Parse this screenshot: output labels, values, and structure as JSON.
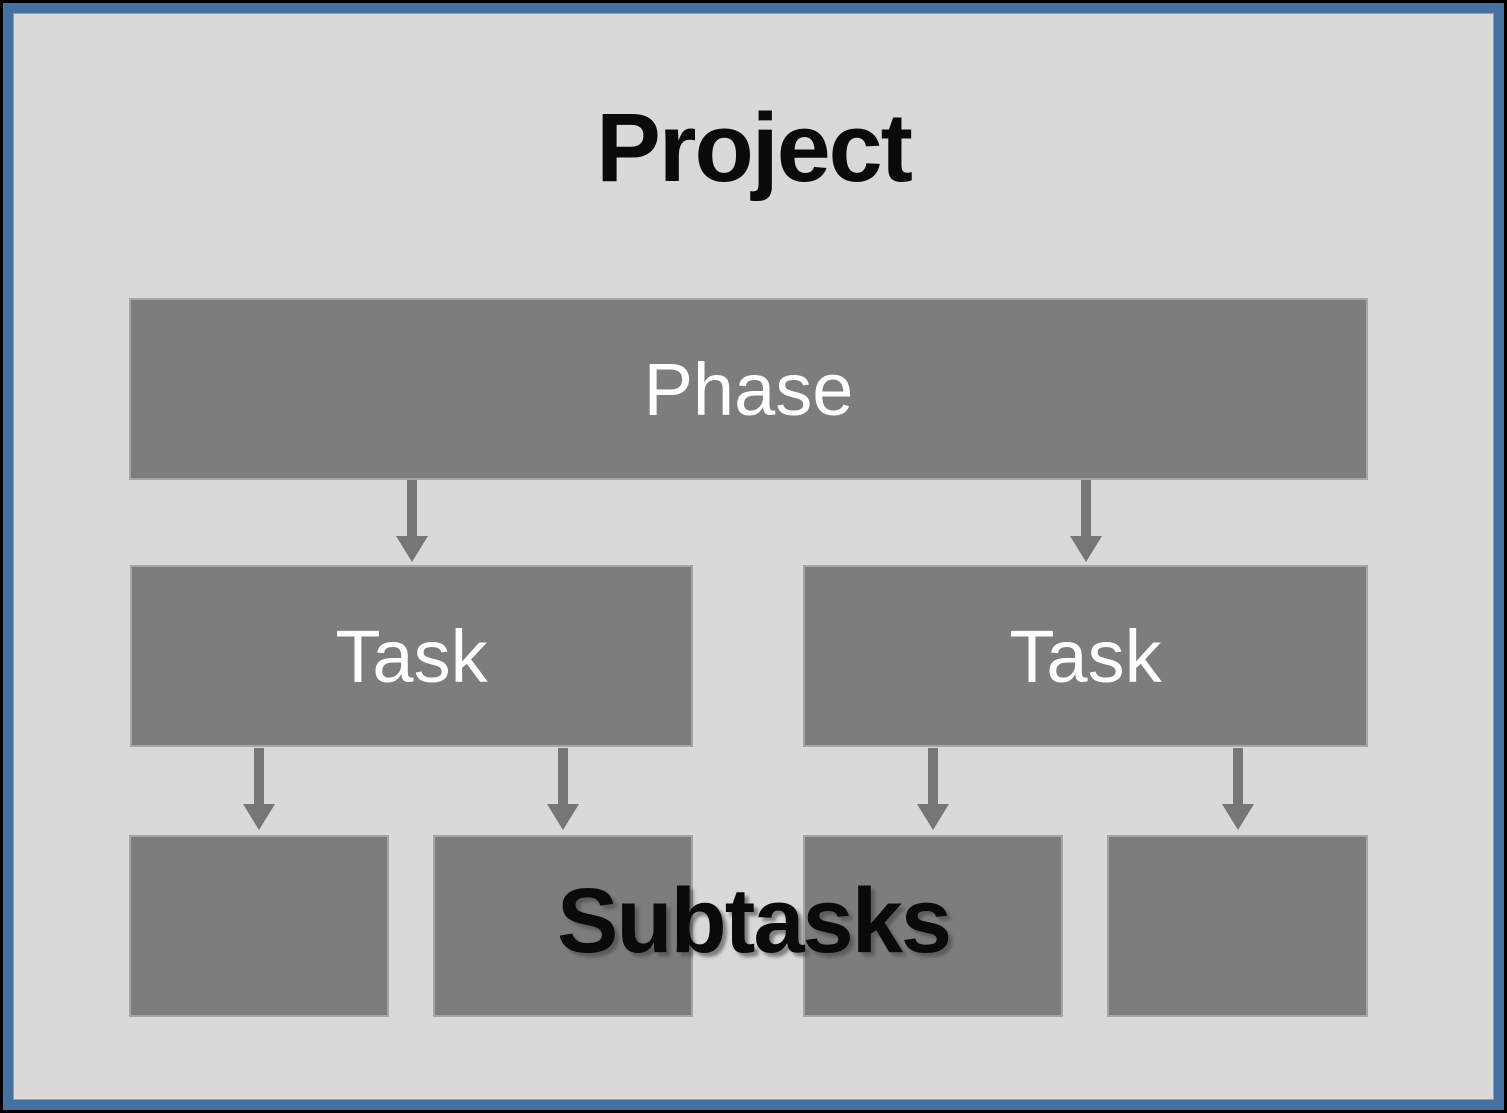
{
  "slide": {
    "title": "Project",
    "subtasks_label": "Subtasks",
    "phase": {
      "label": "Phase"
    },
    "tasks": [
      {
        "label": "Task"
      },
      {
        "label": "Task"
      }
    ],
    "subtask_boxes": 4,
    "arrows": [
      {
        "from": "phase",
        "to": "task-left"
      },
      {
        "from": "phase",
        "to": "task-right"
      },
      {
        "from": "task-left",
        "to": "subtask-1"
      },
      {
        "from": "task-left",
        "to": "subtask-2"
      },
      {
        "from": "task-right",
        "to": "subtask-3"
      },
      {
        "from": "task-right",
        "to": "subtask-4"
      }
    ]
  },
  "colors": {
    "canvas_bg": "#d9d9d9",
    "frame_blue": "#44719f",
    "frame_black": "#000000",
    "node_fill": "#7d7d7d",
    "node_edge": "#a6a6a6",
    "node_text": "#ffffff",
    "arrow": "#767676",
    "title_text": "#0a0a0a"
  }
}
